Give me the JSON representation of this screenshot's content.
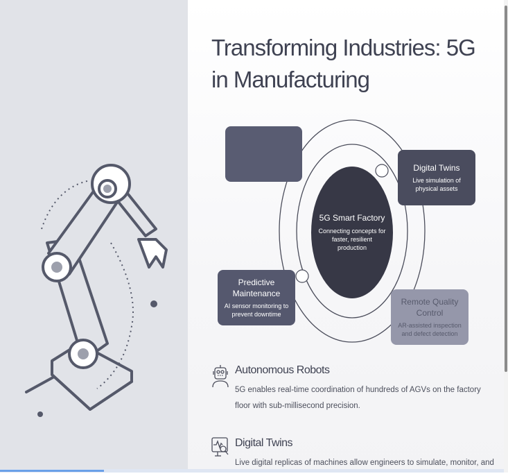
{
  "title": "Transforming Industries: 5G in Manufacturing",
  "diagram": {
    "center": {
      "title": "5G Smart Factory",
      "desc": "Connecting concepts for faster, resilient production"
    },
    "nodes": [
      {
        "title": "Digital Twins",
        "desc": "Live simulation of physical assets"
      },
      {
        "title": "Predictive Maintenance",
        "desc": "AI sensor monitoring to prevent downtime"
      },
      {
        "title": "Remote Quality Control",
        "desc": "AR-assisted inspection and defect detection"
      }
    ]
  },
  "features": [
    {
      "icon": "robot-icon",
      "title": "Autonomous Robots",
      "desc": "5G enables real-time coordination of hundreds of AGVs on the factory floor with sub-millisecond precision."
    },
    {
      "icon": "monitor-analytics-icon",
      "title": "Digital Twins",
      "desc": "Live digital replicas of machines allow engineers to simulate, monitor, and"
    }
  ]
}
